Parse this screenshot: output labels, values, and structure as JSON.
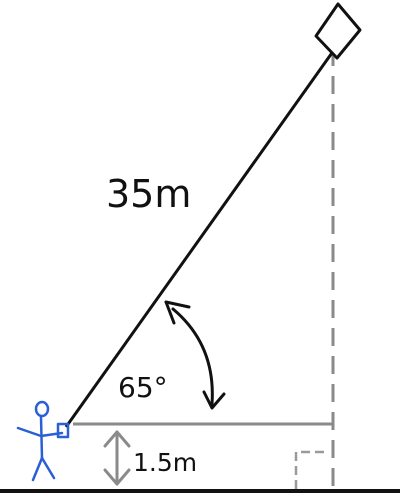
{
  "labels": {
    "string_length": "35m",
    "angle": "65°",
    "person_height": "1.5m"
  },
  "colors": {
    "string": "#111111",
    "ground": "#111111",
    "helper_line": "#8a8a8a",
    "person": "#2a5fd6"
  },
  "icons": {
    "kite": "kite-icon",
    "person": "stick-figure-icon",
    "right_angle": "right-angle-marker-icon"
  }
}
